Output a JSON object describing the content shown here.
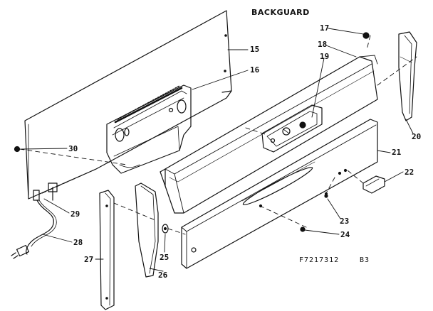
{
  "diagram": {
    "title": "BACKGUARD",
    "catalog_code": "F7217312",
    "revision": "B3"
  },
  "callouts": {
    "p15": "15",
    "p16": "16",
    "p17": "17",
    "p18": "18",
    "p19": "19",
    "p20": "20",
    "p21": "21",
    "p22": "22",
    "p23": "23",
    "p24": "24",
    "p25": "25",
    "p26": "26",
    "p27": "27",
    "p28": "28",
    "p29": "29",
    "p30": "30"
  },
  "colors": {
    "ink": "#111111",
    "background": "#ffffff"
  }
}
